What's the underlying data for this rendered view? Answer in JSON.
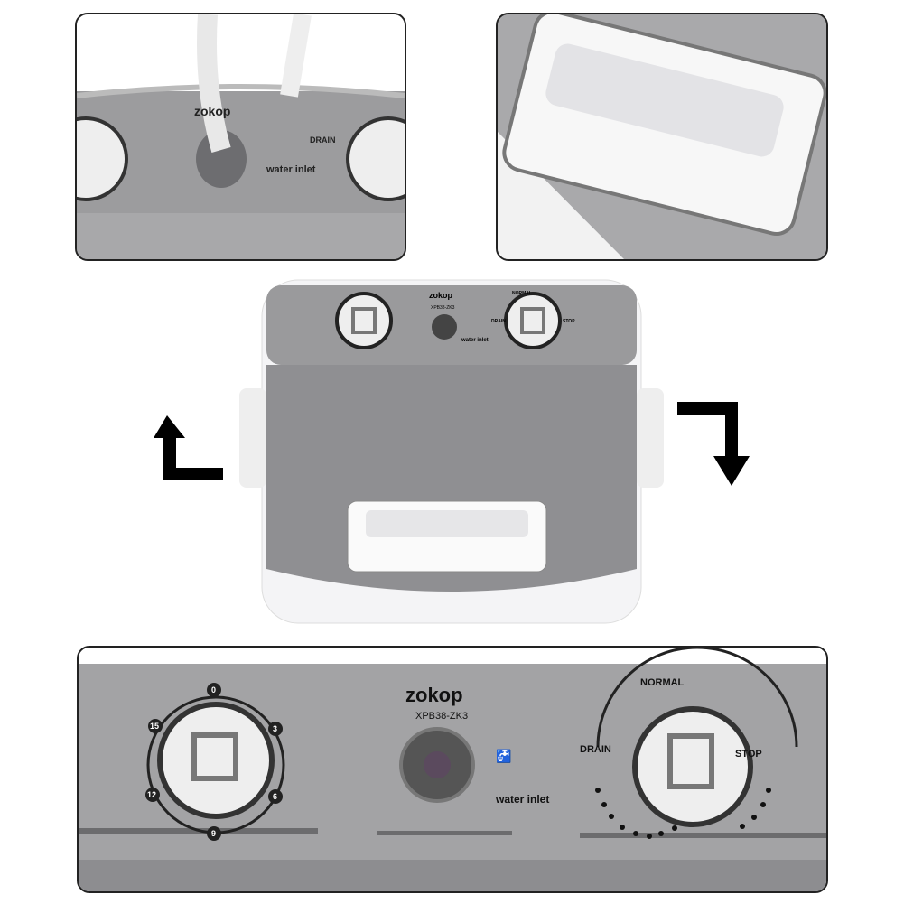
{
  "brand": "zokop",
  "model": "XPB38-ZK3",
  "water_inlet_label": "water inlet",
  "wash_dial": {
    "labels": [
      "0",
      "3",
      "6",
      "9",
      "12",
      "15"
    ]
  },
  "spin_dial": {
    "drain": "DRAIN",
    "normal": "NORMAL",
    "stop": "STOP"
  },
  "colors": {
    "panel": "#9a9a9c",
    "body": "#f4f4f6",
    "lid": "#8f8f92",
    "arrow": "#000000"
  }
}
